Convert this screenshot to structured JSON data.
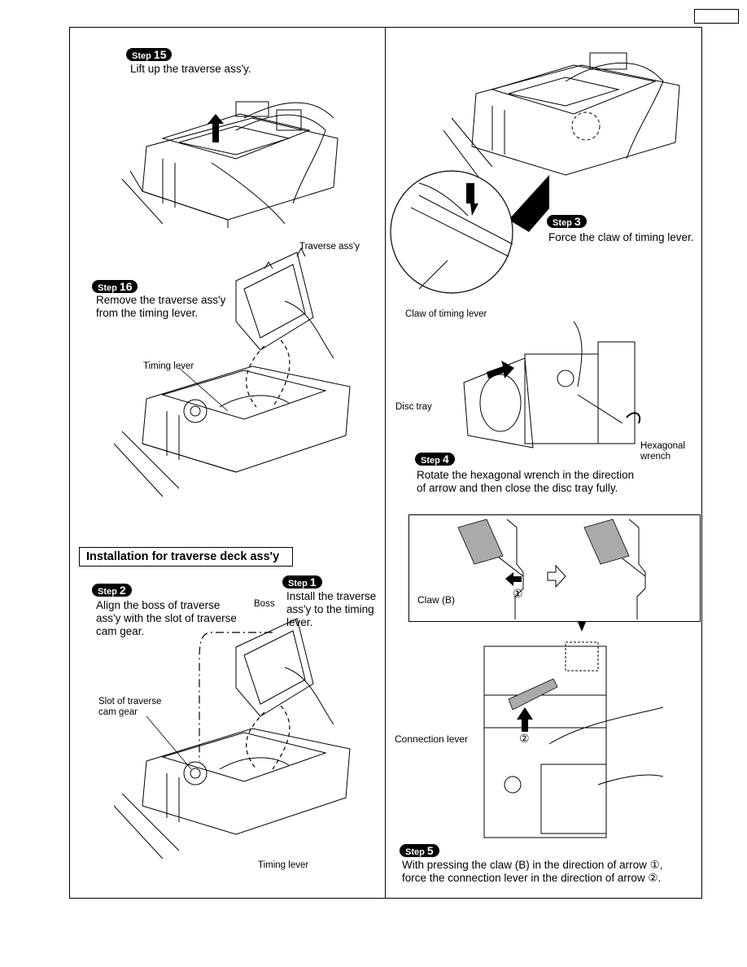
{
  "header": {
    "page_tab": ""
  },
  "left": {
    "step15": {
      "badge_prefix": "Step",
      "badge_num": "15",
      "text": "Lift up the traverse ass'y."
    },
    "step16": {
      "badge_prefix": "Step",
      "badge_num": "16",
      "text": "Remove the traverse ass'y\nfrom the timing lever."
    },
    "labels": {
      "traverse_assy": "Traverse ass'y",
      "timing_lever": "Timing lever"
    },
    "install_title": "Installation for traverse deck ass'y",
    "step2": {
      "badge_prefix": "Step",
      "badge_num": "2",
      "text": "Align the boss of traverse\nass'y with the slot of traverse\ncam gear."
    },
    "step1": {
      "badge_prefix": "Step",
      "badge_num": "1",
      "text": "Install the traverse\nass'y to the timing\nlever."
    },
    "labels2": {
      "boss": "Boss",
      "slot": "Slot of traverse\ncam gear",
      "timing_lever": "Timing lever"
    }
  },
  "right": {
    "step3": {
      "badge_prefix": "Step",
      "badge_num": "3",
      "text": "Force the claw of timing lever."
    },
    "claw_label": "Claw of timing lever",
    "step4": {
      "badge_prefix": "Step",
      "badge_num": "4",
      "text": "Rotate the hexagonal wrench in the direction\nof arrow and then close the disc tray fully."
    },
    "labels4": {
      "disc_tray": "Disc tray",
      "hex_wrench": "Hexagonal\nwrench"
    },
    "inset": {
      "claw_b": "Claw (B)",
      "arrow1": "①"
    },
    "labels5": {
      "connection_lever": "Connection lever",
      "arrow2": "②"
    },
    "step5": {
      "badge_prefix": "Step",
      "badge_num": "5",
      "text": "With pressing the claw (B) in the direction of arrow ①,\nforce  the connection lever in the direction of arrow ②."
    }
  }
}
